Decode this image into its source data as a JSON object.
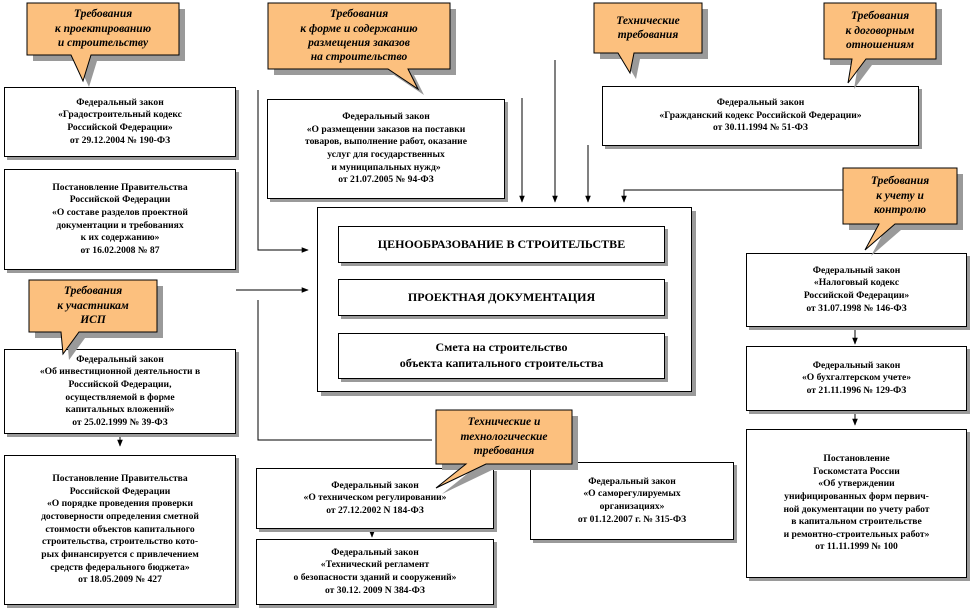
{
  "callouts": {
    "design": [
      "Требования",
      "к проектированию",
      "и строительству"
    ],
    "orders": [
      "Требования",
      "к форме и содержанию",
      "размещения заказов",
      "на строительство"
    ],
    "technical": [
      "Технические",
      "требования"
    ],
    "contract": [
      "Требования",
      "к договорным",
      "отношениям"
    ],
    "accounting": [
      "Требования",
      "к учету и",
      "контролю"
    ],
    "participants": [
      "Требования",
      "к участникам",
      "ИСП"
    ],
    "tech_process": [
      "Технические и",
      "технологические",
      "требования"
    ]
  },
  "documents": {
    "grad_code": [
      "Федеральный закон",
      "«Градостроительный кодекс",
      "Российской Федерации»",
      "от 29.12.2004 № 190-ФЗ"
    ],
    "gov_decree_87": [
      "Постановление Правительства",
      "Российской Федерации",
      "«О составе разделов проектной",
      "документации и требованиях",
      "к их содержанию»",
      "от 16.02.2008 № 87"
    ],
    "orders_law": [
      "Федеральный закон",
      "«О размещении заказов на поставки",
      "товаров, выполнение работ, оказание",
      "услуг для государственных",
      "и муниципальных нужд»",
      "от 21.07.2005 № 94-ФЗ"
    ],
    "civil_code": [
      "Федеральный закон",
      "«Гражданский кодекс Российской Федерации»",
      "от 30.11.1994 № 51-ФЗ"
    ],
    "investment_law": [
      "Федеральный закон",
      "«Об инвестиционной деятельности в",
      "Российской Федерации,",
      "осуществляемой в форме",
      "капитальных вложений»",
      "от 25.02.1999 № 39-ФЗ"
    ],
    "gov_decree_427": [
      "Постановление Правительства",
      "Российской Федерации",
      "«О порядке проведения проверки",
      "достоверности определения сметной",
      "стоимости объектов капитального",
      "строительства, строительство кото-",
      "рых финансируется с привлечением",
      "средств федерального бюджета»",
      "от 18.05.2009 № 427"
    ],
    "tax_code": [
      "Федеральный закон",
      "«Налоговый кодекс",
      "Российской Федерации»",
      "от 31.07.1998 № 146-ФЗ"
    ],
    "accounting_law": [
      "Федеральный закон",
      "«О бухгалтерском учете»",
      "от 21.11.1996 № 129-ФЗ"
    ],
    "goskomstat_100": [
      "Постановление",
      "Госкомстата России",
      "«Об утверждении",
      "унифицированных форм первич-",
      "ной документации по учету работ",
      "в капитальном строительстве",
      "и ремонтно-строительных работ»",
      "от 11.11.1999 № 100"
    ],
    "tech_regulation": [
      "Федеральный закон",
      "«О техническом регулировании»",
      "от 27.12.2002 N 184-ФЗ"
    ],
    "self_regulation": [
      "Федеральный закон",
      "«О саморегулируемых",
      "организациях»",
      "от 01.12.2007 г. № 315-ФЗ"
    ],
    "building_safety": [
      "Федеральный закон",
      "«Технический регламент",
      "о безопасности зданий и сооружений»",
      "от 30.12. 2009 N 384-ФЗ"
    ]
  },
  "center": {
    "pricing": [
      "ЦЕНООБРАЗОВАНИЕ В СТРОИТЕЛЬСТВЕ"
    ],
    "project_docs": [
      "ПРОЕКТНАЯ ДОКУМЕНТАЦИЯ"
    ],
    "estimate": [
      "Смета на строительство",
      "объекта капитального строительства"
    ]
  },
  "colors": {
    "callout_fill": "#FCC07E",
    "callout_stroke": "#000000",
    "shadow": "#9A9A9A",
    "line": "#000000"
  }
}
